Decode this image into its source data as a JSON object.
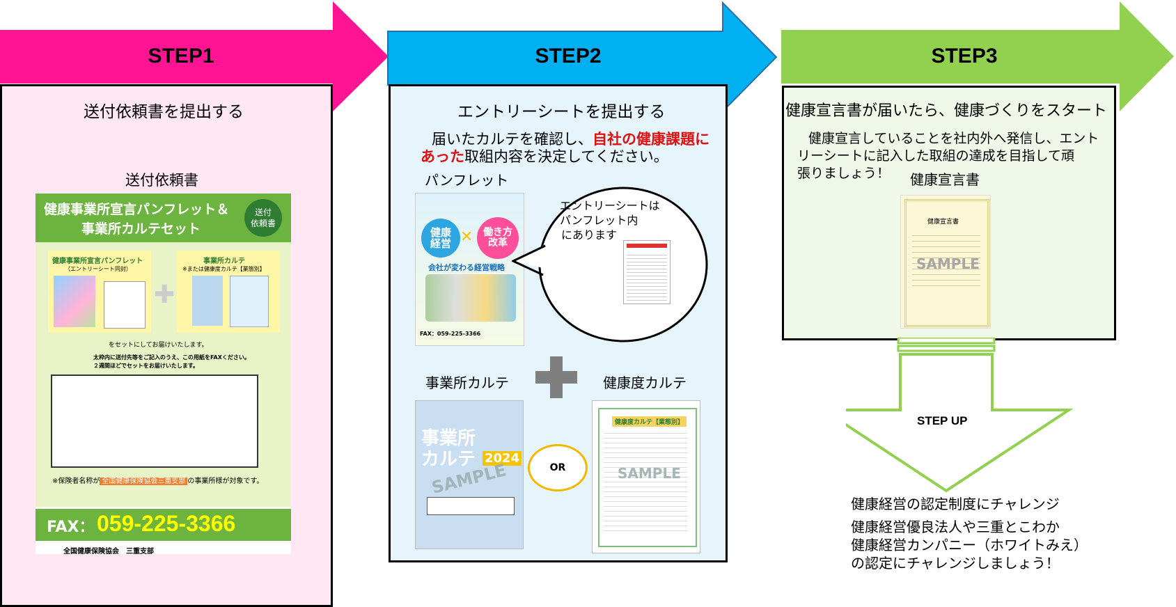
{
  "step1": {
    "label": "STEP1",
    "heading": "送付依頼書を提出する",
    "doc_title": "送付依頼書",
    "form": {
      "title_line1": "健康事業所宣言パンフレット＆",
      "title_line2": "事業所カルテセット",
      "badge_line1": "送付",
      "badge_line2": "依頼書",
      "card1_title": "健康事業所宣言パンフレット",
      "card1_sub": "（エントリーシート同封）",
      "card2_title": "事業所カルテ",
      "card2_sub": "※または健康度カルテ【業態別】",
      "set_text": "をセットにしてお届けいたします。",
      "fax_instruction": "太枠内に送付先等をご記入のうえ、この用紙をFAXください。",
      "delivery_note": "２週間ほどでセットをお届けいたします。",
      "note_text": "※保険者名称が",
      "note_highlight": "全国健康保険協会三重支部",
      "note_tail": "の事業所様が対象です。",
      "fax_label": "FAX：",
      "fax_number": "059-225-3366",
      "org": "全国健康保険協会　三重支部"
    }
  },
  "step2": {
    "label": "STEP2",
    "heading": "エントリーシートを提出する",
    "instruction_pre": "届いたカルテを確認し、",
    "instruction_red1": "自社の健康課題に",
    "instruction_red2": "あった",
    "instruction_post": "取組内容を決定してください。",
    "pamphlet_label": "パンフレット",
    "bubble_line1": "エントリーシートは",
    "bubble_line2": "パンフレット内",
    "bubble_line3": "にあります",
    "pamphlet_cover": {
      "left": "健康経営",
      "right": "働き方改革",
      "tagline": "会社が変わる経営戦略",
      "fax": "FAX：059-225-3366"
    },
    "karte1_label": "事業所カルテ",
    "karte2_label": "健康度カルテ",
    "karte1_title": "事業所カルテ",
    "karte1_year": "2024",
    "karte2_title": "健康度カルテ【業態別】",
    "sample": "SAMPLE",
    "or": "OR"
  },
  "step3": {
    "label": "STEP3",
    "heading": "健康宣言書が届いたら、健康づくりをスタート",
    "body_line1": "健康宣言していることを社内外へ発信し、エント",
    "body_line2": "リーシートに記入した取組の達成を目指して頑",
    "body_line3": "張りましょう！",
    "cert_label": "健康宣言書",
    "cert_title": "健康宣言書",
    "sample": "SAMPLE",
    "step_up": "STEP UP",
    "challenge_line1": "健康経営の認定制度にチャレンジ",
    "challenge_line2": "健康経営優良法人や三重とこわか",
    "challenge_line3": "健康経営カンパニー（ホワイトみえ）",
    "challenge_line4": "の認定にチャレンジしましょう！"
  },
  "colors": {
    "step1": "#ff1493",
    "step1_panel": "#ffe8f4",
    "step2": "#00b0f0",
    "step2_panel": "#e6f4fc",
    "step3": "#92d050",
    "step3_panel": "#f0f8ea",
    "red_text": "#e01010",
    "form_green": "#6db33f",
    "fax_yellow": "#ffff00"
  }
}
